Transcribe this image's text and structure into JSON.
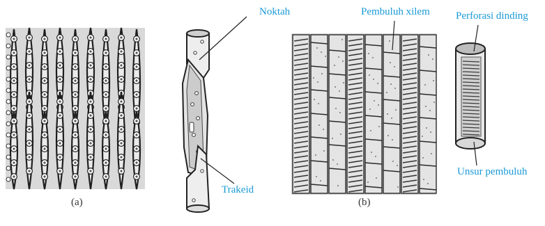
{
  "colors": {
    "label_color": "#1a9ad6",
    "caption_color": "#333333",
    "ink": "#222222",
    "cell_fill": "#e6e6e6",
    "tube_fill": "#efefef"
  },
  "labels": {
    "noktah": "Noktah",
    "trakeid": "Trakeid",
    "pembuluh_xilem": "Pembuluh xilem",
    "perforasi_dinding": "Perforasi dinding",
    "unsur_pembuluh": "Unsur pembuluh"
  },
  "captions": {
    "a": "(a)",
    "b": "(b)"
  }
}
